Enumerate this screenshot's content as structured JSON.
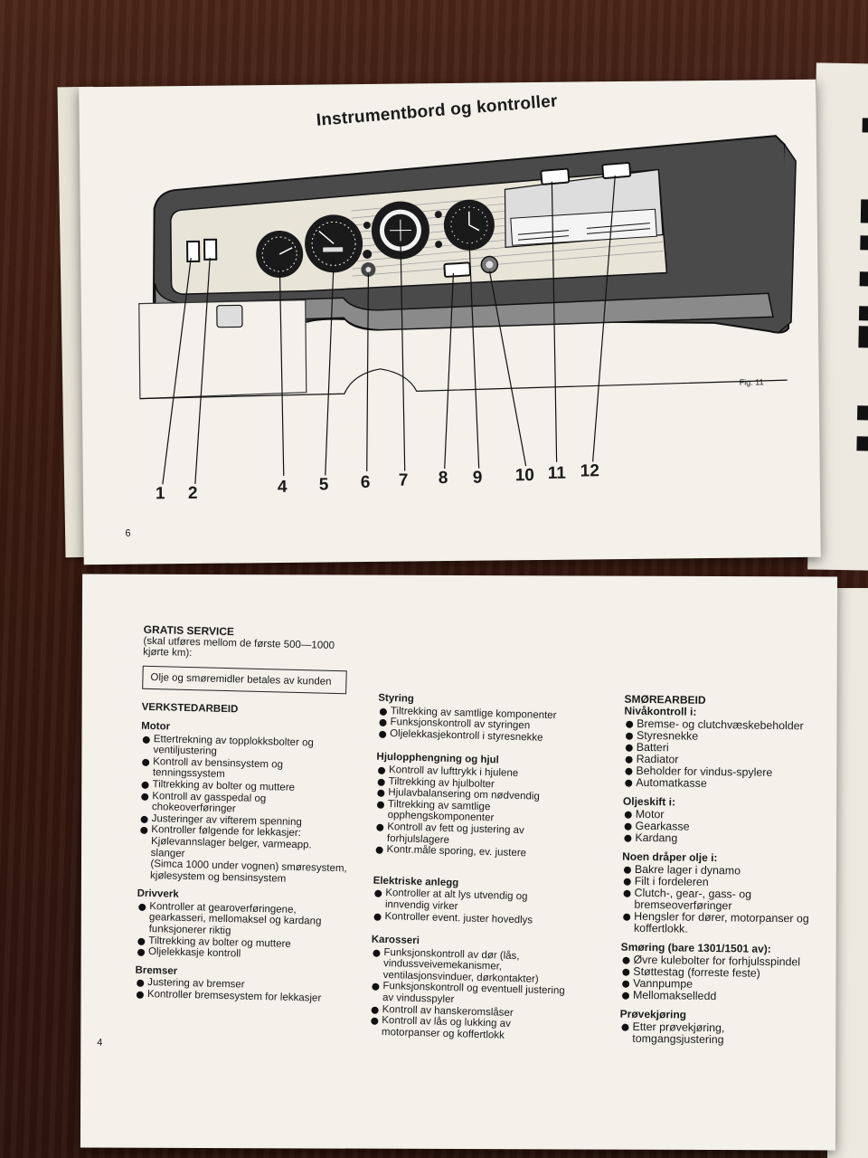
{
  "top_page": {
    "title": "Instrumentbord og kontroller",
    "figure_label": "Fig. 11",
    "page_number": "6",
    "callouts": [
      "1",
      "2",
      "4",
      "5",
      "6",
      "7",
      "8",
      "9",
      "10",
      "11",
      "12"
    ]
  },
  "bottom_page": {
    "page_number": "4",
    "heading": "GRATIS SERVICE",
    "subheading": "(skal utføres mellom de første 500—1000 kjørte km):",
    "boxed_note": "Olje og smøremidler betales av kunden",
    "left_column": {
      "title": "VERKSTEDARBEID",
      "sections": [
        {
          "title": "Motor",
          "items": [
            "Ettertrekning av topplokksbolter og ventiljustering",
            "Kontroll av bensinsystem og tenningssystem",
            "Tiltrekking av bolter og muttere",
            "Kontroll av gasspedal og chokeoverføringer",
            "Justeringer av vifterem spenning",
            "Kontroller følgende for lekkasjer: Kjølevannslager belger, varmeapp. slanger"
          ],
          "note": "(Simca 1000 under vognen) smøresystem, kjølesystem og bensinsystem"
        },
        {
          "title": "Drivverk",
          "items": [
            "Kontroller at gearoverføringene, gearkasseri, mellomaksel og kardang funksjonerer riktig",
            "Tiltrekking av bolter og muttere",
            "Oljelekkasje kontroll"
          ]
        },
        {
          "title": "Bremser",
          "items": [
            "Justering av bremser",
            "Kontroller bremsesystem for lekkasjer"
          ]
        }
      ]
    },
    "middle_column": {
      "sections": [
        {
          "title": "Styring",
          "items": [
            "Tiltrekking av samtlige komponenter",
            "Funksjonskontroll av styringen",
            "Oljelekkasjekontroll i styresnekke"
          ]
        },
        {
          "title": "Hjulopphengning og hjul",
          "items": [
            "Kontroll av lufttrykk i hjulene",
            "Tiltrekking av hjulbolter",
            "Hjulavbalansering om nødvendig",
            "Tiltrekking av samtlige opphengskomponenter",
            "Kontroll av fett og justering av forhjulslagere",
            "Kontr.måle sporing, ev. justere"
          ]
        },
        {
          "title": "Elektriske anlegg",
          "items": [
            "Kontroller at alt lys utvendig og innvendig virker",
            "Kontroller event. juster hovedlys"
          ]
        },
        {
          "title": "Karosseri",
          "items": [
            "Funksjonskontroll av dør (lås, vindussveivemekanismer, ventilasjonsvinduer, dørkontakter)",
            "Funksjonskontroll og eventuell justering av vindusspyler",
            "Kontroll av hanskeromslåser",
            "Kontroll av lås og lukking av motorpanser og koffertlokk"
          ]
        }
      ]
    },
    "right_column": {
      "title": "SMØREARBEID",
      "sections": [
        {
          "title": "Nivåkontroll i:",
          "items": [
            "Bremse- og clutchvæskebeholder",
            "Styresnekke",
            "Batteri",
            "Radiator",
            "Beholder for vindus-spylere",
            "Automatkasse"
          ]
        },
        {
          "title": "Oljeskift i:",
          "items": [
            "Motor",
            "Gearkasse",
            "Kardang"
          ]
        },
        {
          "title": "Noen dråper olje i:",
          "items": [
            "Bakre lager i dynamo",
            "Filt i fordeleren",
            "Clutch-, gear-, gass- og bremseoverføringer",
            "Hengsler for dører, motorpanser og koffertlokk."
          ]
        },
        {
          "title": "Smøring (bare 1301/1501 av):",
          "items": [
            "Øvre kulebolter for forhjulsspindel",
            "Støttestag (forreste feste)",
            "Vannpumpe",
            "Mellomakselledd"
          ]
        },
        {
          "title": "Prøvekjøring",
          "items": [
            "Etter prøvekjøring, tomgangsjustering"
          ]
        }
      ]
    }
  }
}
